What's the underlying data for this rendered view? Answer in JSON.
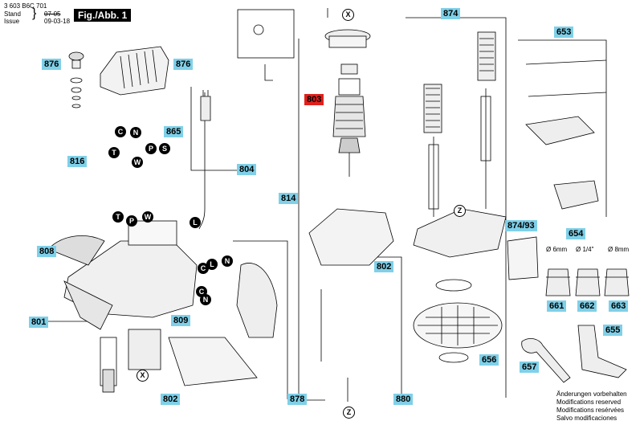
{
  "header": {
    "part_number": "3 603 B6C 701",
    "stand_label": "Stand",
    "issue_label": "Issue",
    "stand_value": "07-05",
    "issue_value": "09-03-18",
    "figure_title": "Fig./Abb. 1"
  },
  "callouts": {
    "c876a": "876",
    "c876b": "876",
    "c865": "865",
    "c816": "816",
    "c804": "804",
    "c808": "808",
    "c801": "801",
    "c809": "809",
    "c802a": "802",
    "c814": "814",
    "c803": "803",
    "c874": "874",
    "c653": "653",
    "c874_93": "874/93",
    "c802b": "802",
    "c654": "654",
    "c661": "661",
    "c662": "662",
    "c663": "663",
    "c655": "655",
    "c656": "656",
    "c657": "657",
    "c878": "878",
    "c880": "880"
  },
  "letters": {
    "C1": "C",
    "N1": "N",
    "P1": "P",
    "S1": "S",
    "T1": "T",
    "W1": "W",
    "T2": "T",
    "P2": "P",
    "W2": "W",
    "L1": "L",
    "L2": "L",
    "N2": "N",
    "C2": "C",
    "C3": "C",
    "N3": "N",
    "X1": "X",
    "X2": "X",
    "Z1": "Z",
    "Z2": "Z"
  },
  "collet_labels": {
    "d6": "Ø 6mm",
    "d14": "Ø 1/4\"",
    "d8": "Ø 8mm"
  },
  "footer": {
    "line1": "Änderungen vorbehalten",
    "line2": "Modifications reserved",
    "line3": "Modifications resérvées",
    "line4": "Salvo modificaciones"
  },
  "colors": {
    "callout": "#7fd0e8",
    "callout_highlight": "#e0201c"
  }
}
